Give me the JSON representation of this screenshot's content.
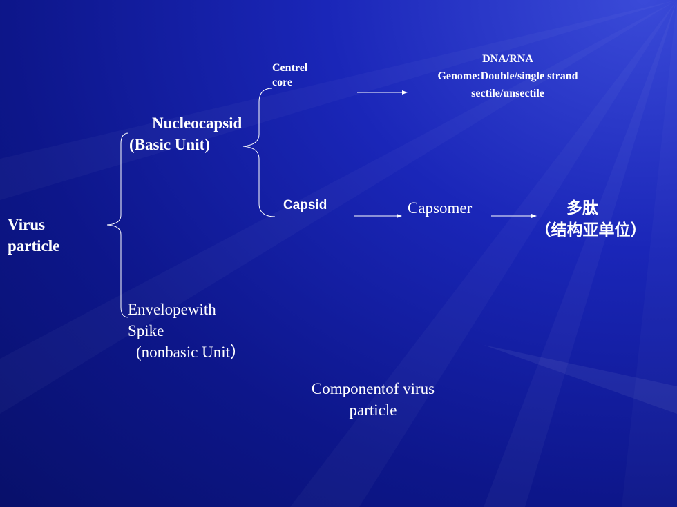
{
  "diagram": {
    "root": {
      "line1": "Virus",
      "line2": "particle"
    },
    "nucleocapsid": {
      "line1": "Nucleocapsid",
      "line2": "(Basic Unit)"
    },
    "envelope": {
      "line1": "Envelopewith",
      "line2": "Spike",
      "line3": "(nonbasic Unit）"
    },
    "core": {
      "line1": "Centrel",
      "line2": "core"
    },
    "genome": {
      "line1": "DNA/RNA",
      "line2": "Genome:Double/single  strand",
      "line3": "sectile/unsectile"
    },
    "capsid": {
      "label": "Capsid"
    },
    "capsomer": {
      "label": "Capsomer"
    },
    "polypeptide": {
      "line1": "多肽",
      "line2": "（结构亚单位）"
    },
    "caption": {
      "line1": "Componentof virus",
      "line2": "particle"
    }
  },
  "colors": {
    "text": "#ffffff",
    "background": "#0d168a",
    "highlight": "#3a4ad8"
  }
}
